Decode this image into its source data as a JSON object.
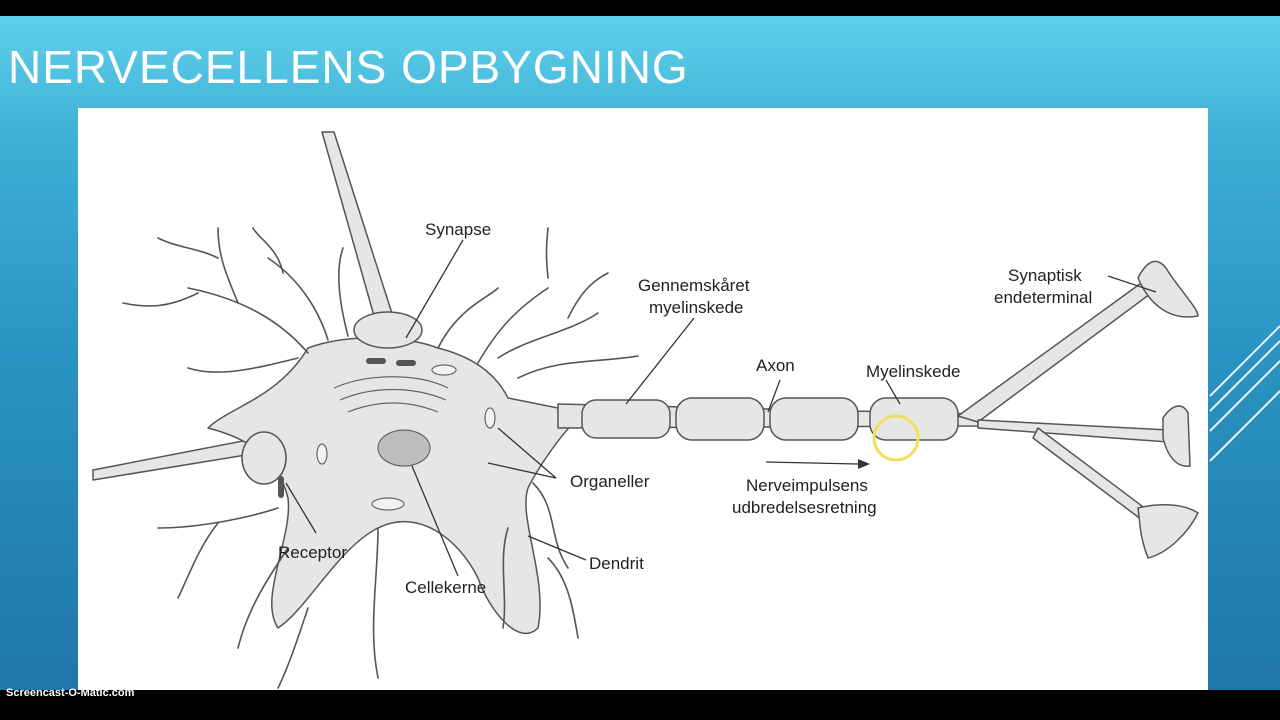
{
  "slide": {
    "title": "NERVECELLENS OPBYGNING"
  },
  "diagram": {
    "labels": {
      "synapse": "Synapse",
      "gennemskaaret_1": "Gennemskåret",
      "gennemskaaret_2": "myelinskede",
      "axon": "Axon",
      "myelinskede": "Myelinskede",
      "synaptisk_1": "Synaptisk",
      "synaptisk_2": "endeterminal",
      "organeller": "Organeller",
      "nerveimpuls_1": "Nerveimpulsens",
      "nerveimpuls_2": "udbredelsesretning",
      "receptor": "Receptor",
      "cellekerne": "Cellekerne",
      "dendrit": "Dendrit"
    }
  },
  "watermark": "Screencast-O-Matic.com",
  "colors": {
    "slide_top": "#5fd0ea",
    "slide_bottom": "#1f77a8",
    "cell_fill": "#e6e6e6",
    "outline": "#555555",
    "cursor_ring": "#f0e060"
  }
}
